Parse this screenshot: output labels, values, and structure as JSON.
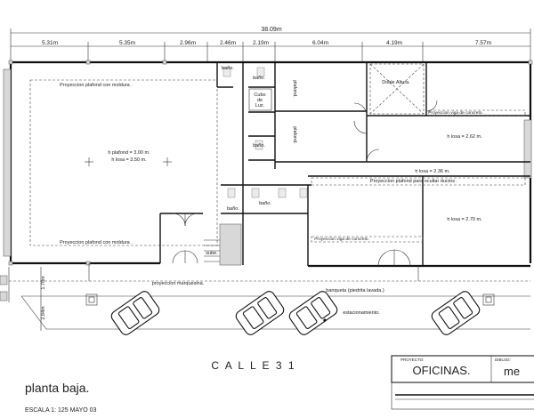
{
  "dimensions": {
    "total": "38.09m",
    "segments": [
      "5.31m",
      "5.35m",
      "2.96m",
      "2.46m",
      "2.19m",
      "6.04m",
      "4.19m",
      "7.57m"
    ],
    "vertical_1": "1.78m",
    "vertical_2": "2.84m"
  },
  "rooms": {
    "plafond_top": "Proyeccion plafond con moldura .",
    "plafond_bottom": "Proyeccion plafond con moldura .",
    "h_plafond": "h plafond = 3.00 m.",
    "h_losa_main": "h losa = 3.50 m.",
    "bano_1": "baño.",
    "bano_2": "baño.",
    "bano_3": "baño.",
    "bano_4": "baño.",
    "bano_5": "baño.",
    "cubo_1": "Cubo",
    "cubo_2": "de",
    "cubo_3": "Luz.",
    "plafond_side_1": "plafond.",
    "plafond_side_2": "plafond.",
    "doble_altura": "Doble Altura.",
    "viga_top": "Proyeccion viga de concreto.",
    "h_losa_262": "h losa = 2.62 m.",
    "h_losa_236": "h losa = 2.36 m.",
    "plafond_ductos": "Proyeccion plafond  para ocultar ductos .",
    "h_losa_270": "h losa = 2.70 m.",
    "viga_bottom": "Proyeccion viga de concreto.",
    "sube": "sube."
  },
  "exterior": {
    "marquesina": "proyeccion marquesina.",
    "banqueta": "banqueta (piedrita lavada.)",
    "estacionamiento": "estacionamiento.",
    "street": "C A L L E   3 1"
  },
  "title_block": {
    "title": "planta baja.",
    "scale": "ESCALA 1: 125      MAYO 03",
    "proyecto_label": "PROYECTO:",
    "proyecto_value": "OFICINAS.",
    "dibujo_label": "DIBUJO:",
    "dibujo_value": "me"
  }
}
